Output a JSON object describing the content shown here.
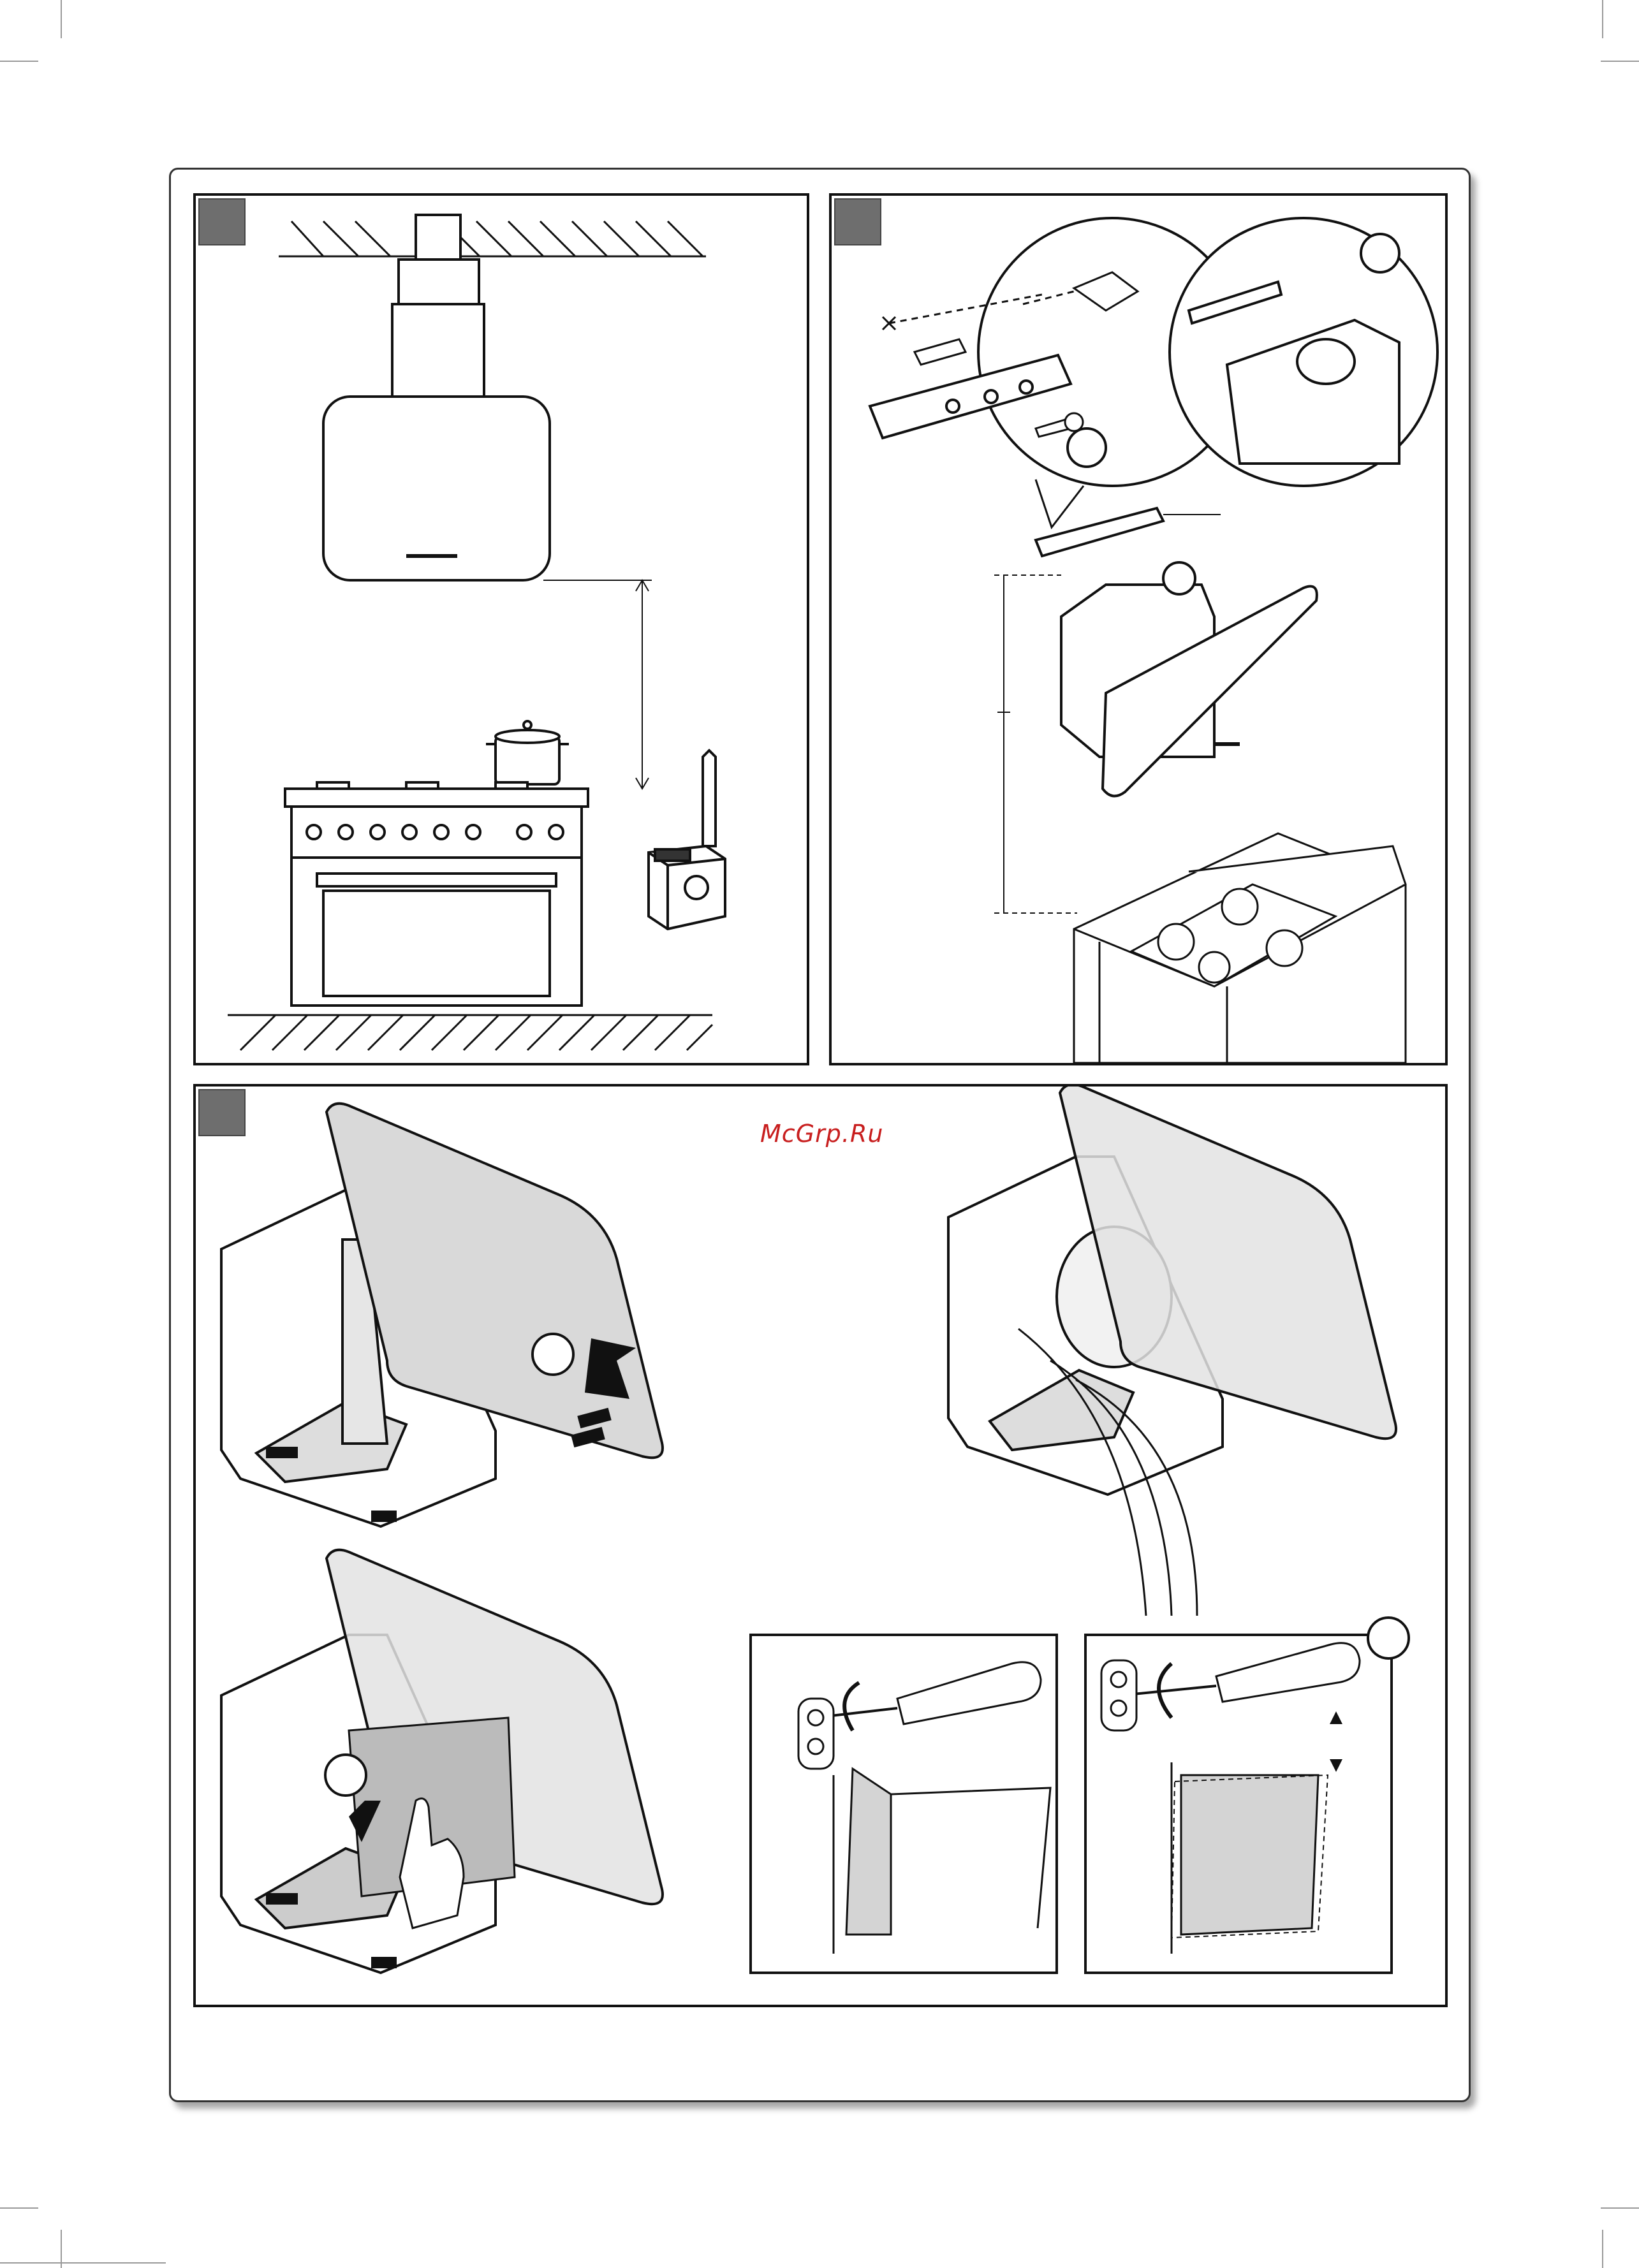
{
  "watermark": "McGrp.Ru",
  "panels": [
    {
      "id": "panel-1",
      "step_marker": "step-marker-icon"
    },
    {
      "id": "panel-2",
      "step_marker": "step-marker-icon"
    },
    {
      "id": "panel-3",
      "step_marker": "step-marker-icon"
    }
  ],
  "icons": [
    "hood-icon",
    "cooker-icon",
    "pot-icon",
    "remote-sensor-icon",
    "drill-icon",
    "wall-bracket-icon",
    "screw-icon",
    "hob-icon",
    "hand-icon",
    "filter-icon",
    "arrow-up-icon",
    "arrow-down-icon",
    "screwdriver-icon",
    "rotate-arrow-icon"
  ],
  "colors": {
    "ink": "#111111",
    "panel_grey": "#6e6e6e",
    "glass": "#d9d9d9",
    "watermark": "#c81e1e"
  }
}
